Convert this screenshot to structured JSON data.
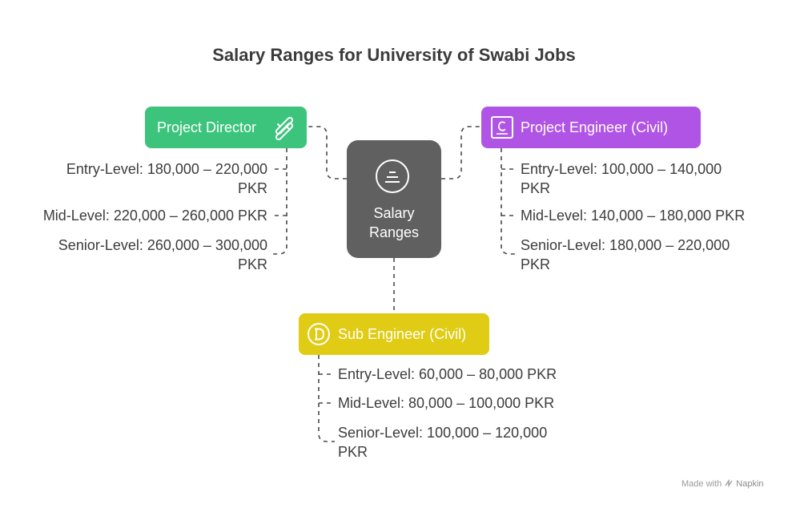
{
  "title": "Salary Ranges for University of Swabi Jobs",
  "center": {
    "label_line1": "Salary",
    "label_line2": "Ranges",
    "icon": "list-icon"
  },
  "nodes": [
    {
      "label": "Project Director",
      "color": "#3cc47c",
      "icon": "pipes-icon",
      "items": [
        {
          "line1": "Entry-Level: 180,000 – 220,000",
          "line2": "PKR"
        },
        {
          "line1": "Mid-Level: 220,000 – 260,000 PKR",
          "line2": ""
        },
        {
          "line1": "Senior-Level: 260,000 – 300,000",
          "line2": "PKR"
        }
      ]
    },
    {
      "label": "Project Engineer (Civil)",
      "color": "#b054e6",
      "icon": "letter-c-icon",
      "items": [
        {
          "line1": "Entry-Level: 100,000 – 140,000",
          "line2": "PKR"
        },
        {
          "line1": "Mid-Level: 140,000 – 180,000 PKR",
          "line2": ""
        },
        {
          "line1": "Senior-Level: 180,000 – 220,000",
          "line2": "PKR"
        }
      ]
    },
    {
      "label": "Sub Engineer (Civil)",
      "color": "#e0cc14",
      "icon": "letter-d-icon",
      "items": [
        {
          "line1": "Entry-Level: 60,000 – 80,000 PKR",
          "line2": ""
        },
        {
          "line1": "Mid-Level: 80,000 – 100,000 PKR",
          "line2": ""
        },
        {
          "line1": "Senior-Level: 100,000 – 120,000",
          "line2": "PKR"
        }
      ]
    }
  ],
  "footer": {
    "made_with": "Made with",
    "brand": "Napkin",
    "icon": "napkin-logo-icon"
  }
}
